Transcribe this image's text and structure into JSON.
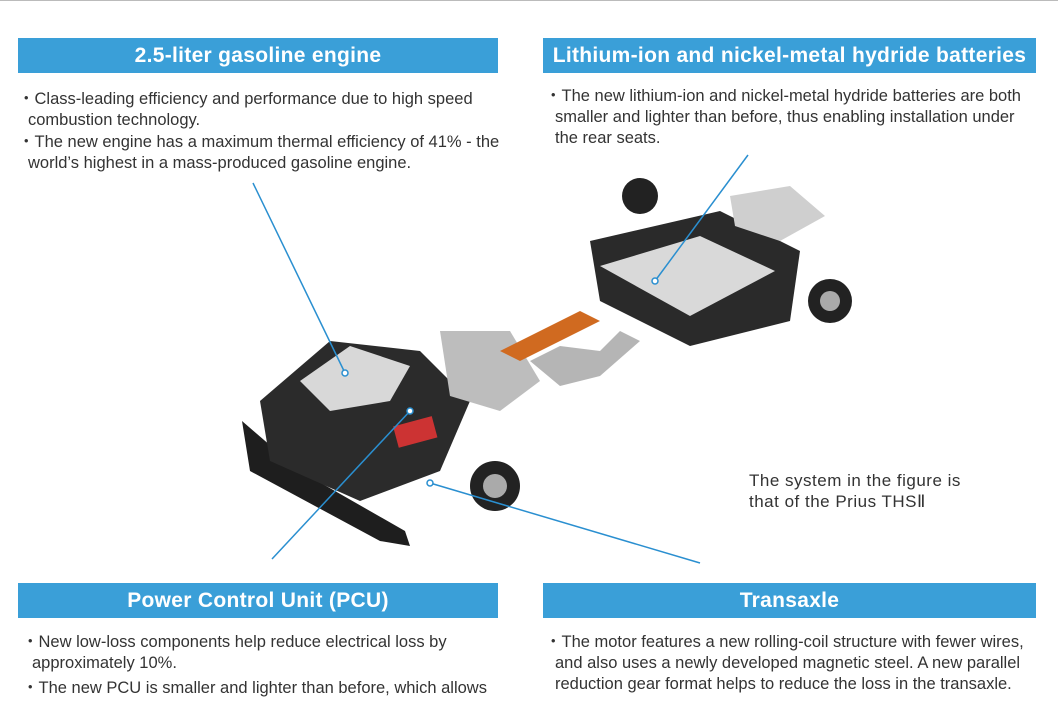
{
  "engine": {
    "title": "2.5-liter gasoline engine",
    "bullets": [
      "・Class-leading efficiency and performance due to high speed combustion technology.",
      "・The new engine has a maximum thermal efficiency of 41% - the world’s highest in a mass-produced gasoline engine."
    ]
  },
  "batteries": {
    "title": "Lithium-ion and nickel-metal hydride batteries",
    "bullets": [
      "・The new lithium-ion and nickel-metal hydride batteries are both smaller and lighter than before, thus enabling installation under the rear seats."
    ]
  },
  "pcu": {
    "title": "Power Control Unit (PCU)",
    "bullets": [
      "・New low-loss components help reduce electrical loss by approximately 10%.",
      "・The new PCU is smaller and lighter than before, which allows"
    ]
  },
  "transaxle": {
    "title": "Transaxle",
    "bullets": [
      "・The motor features a new rolling-coil structure with fewer wires, and also uses a newly developed magnetic steel. A new parallel reduction gear format helps to reduce the loss in the transaxle."
    ]
  },
  "note": {
    "line1": "The system in the figure is",
    "line2": "that of the Prius THSⅡ"
  },
  "colors": {
    "header": "#3a9fd8",
    "leader": "#2a8fd0"
  }
}
